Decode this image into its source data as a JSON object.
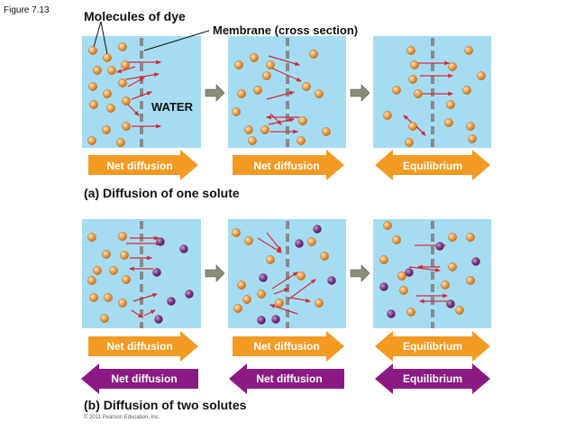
{
  "figure_label": "Figure 7.13",
  "labels": {
    "molecules": "Molecules of dye",
    "membrane": "Membrane (cross section)",
    "water": "WATER"
  },
  "captions": {
    "a": "(a) Diffusion of one solute",
    "b": "(b) Diffusion of two solutes"
  },
  "arrows": {
    "a": [
      "Net diffusion",
      "Net diffusion",
      "Equilibrium"
    ],
    "b_orange": [
      "Net diffusion",
      "Net diffusion",
      "Equilibrium"
    ],
    "b_purple": [
      "Net diffusion",
      "Net diffusion",
      "Equilibrium"
    ]
  },
  "copyright": "© 2011 Pearson Education, Inc.",
  "colors": {
    "water": "#a6dcf2",
    "membrane": "#858a8e",
    "orange_solute": "#f2a04b",
    "purple_solute": "#7b3d97",
    "orange_arrow": "#f39a22",
    "purple_arrow": "#8c1a84",
    "movement_arrow": "#d12b3a",
    "process_arrow": "#8c8c7a"
  }
}
